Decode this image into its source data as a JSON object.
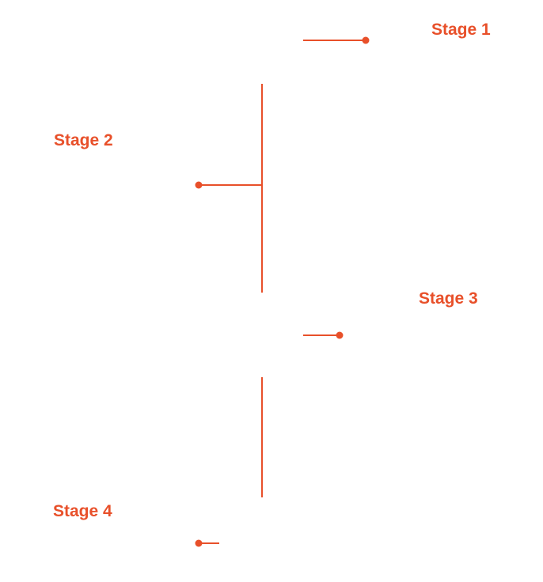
{
  "accent_color": "#e8502a",
  "stages": [
    {
      "label": "Stage 1"
    },
    {
      "label": "Stage 2"
    },
    {
      "label": "Stage 3"
    },
    {
      "label": "Stage 4"
    }
  ]
}
